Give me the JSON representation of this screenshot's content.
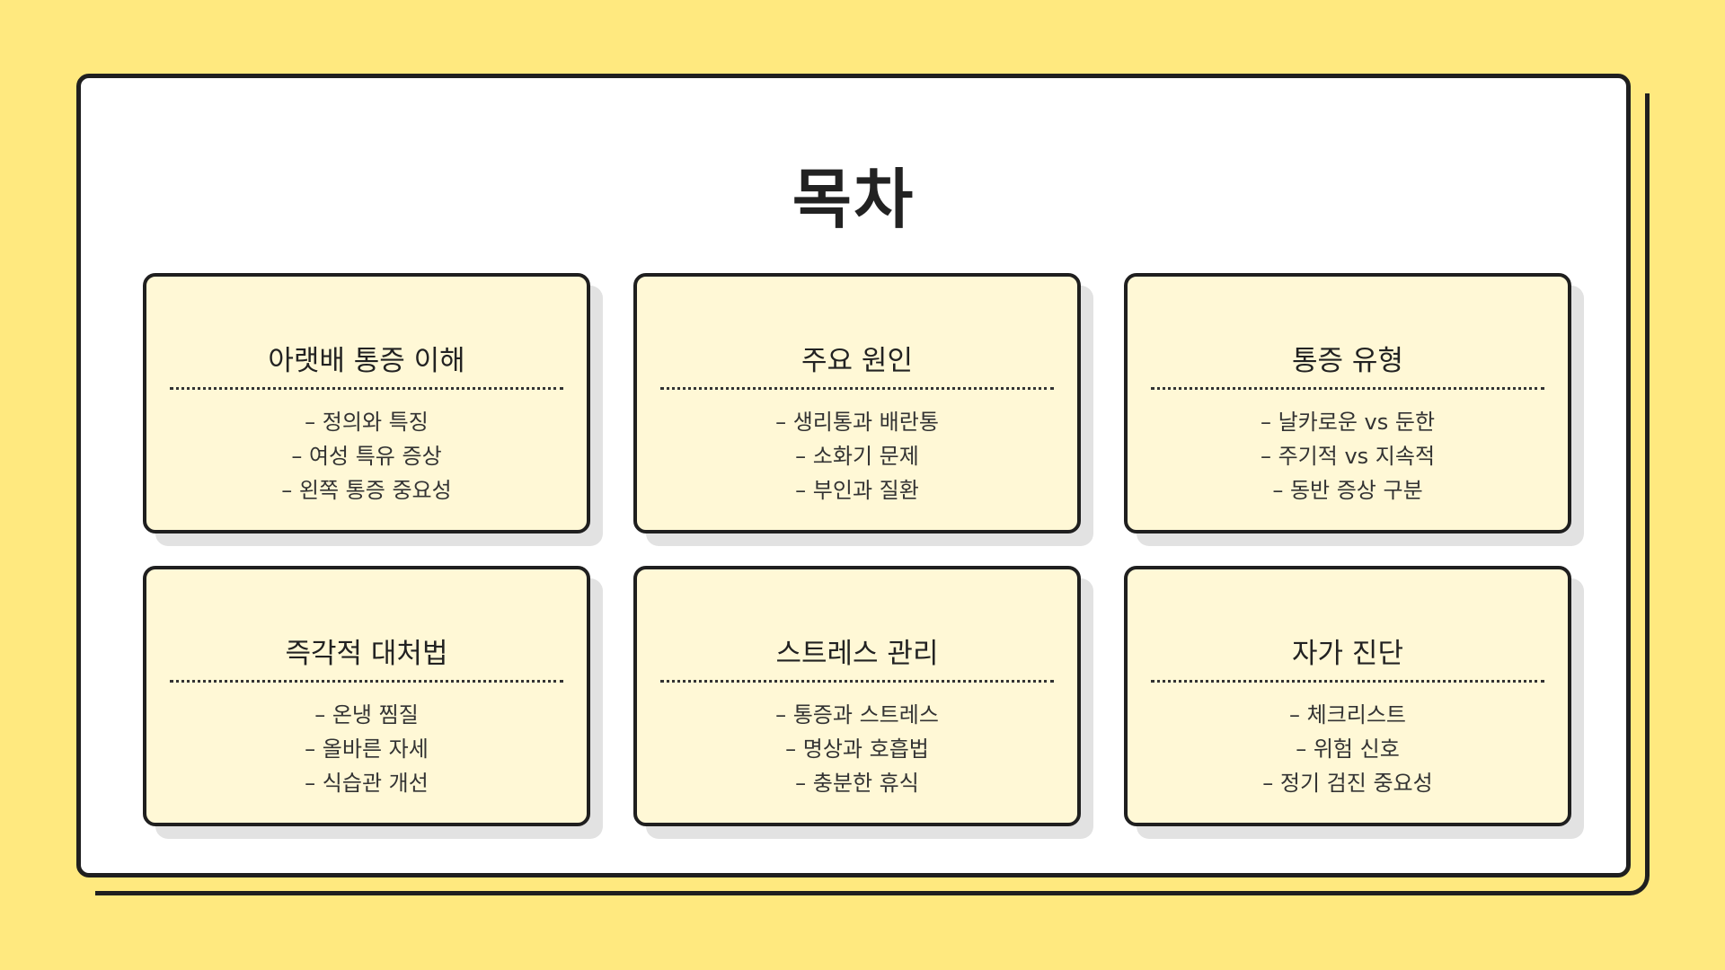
{
  "title": "목차",
  "cards": [
    {
      "title": "아랫배 통증 이해",
      "items": [
        "– 정의와 특징",
        "– 여성 특유 증상",
        "– 왼쪽 통증 중요성"
      ]
    },
    {
      "title": "주요 원인",
      "items": [
        "– 생리통과 배란통",
        "– 소화기 문제",
        "– 부인과 질환"
      ]
    },
    {
      "title": "통증 유형",
      "items": [
        "– 날카로운 vs 둔한",
        "– 주기적 vs 지속적",
        "– 동반 증상 구분"
      ]
    },
    {
      "title": "즉각적 대처법",
      "items": [
        "– 온냉 찜질",
        "– 올바른 자세",
        "– 식습관 개선"
      ]
    },
    {
      "title": "스트레스 관리",
      "items": [
        "– 통증과 스트레스",
        "– 명상과 호흡법",
        "– 충분한 휴식"
      ]
    },
    {
      "title": "자가 진단",
      "items": [
        "– 체크리스트",
        "– 위험 신호",
        "– 정기 검진 중요성"
      ]
    }
  ],
  "colors": {
    "background": "#FFE97F",
    "panel": "#FFFFFF",
    "card": "#FFF8D6",
    "border": "#1F1F1F"
  }
}
